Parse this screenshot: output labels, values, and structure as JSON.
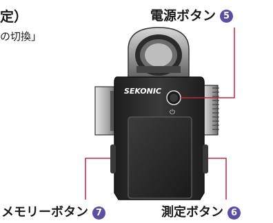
{
  "top_left": {
    "heading_fragment": "定）",
    "sub_fragment": "の切換」"
  },
  "labels": {
    "power_button": {
      "text": "電源ボタン",
      "number": "5"
    },
    "memory_button": {
      "text": "メモリーボタン",
      "number": "7"
    },
    "measure_button": {
      "text": "測定ボタン",
      "number": "6"
    }
  },
  "device": {
    "brand": "SEKONIC",
    "power_symbol": "⏻"
  },
  "colors": {
    "badge": "#5a4fa0",
    "leader_line": "#c0253a",
    "body_dark": "#2a2a2a"
  }
}
